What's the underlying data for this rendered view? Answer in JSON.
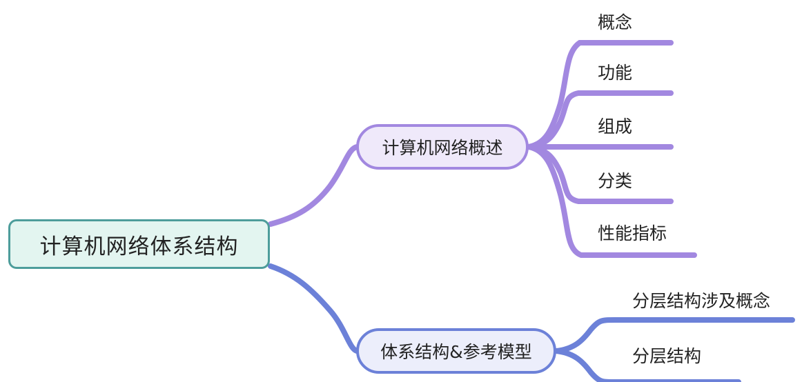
{
  "diagram": {
    "type": "mindmap",
    "title": "计算机网络体系结构",
    "colors": {
      "background": "#ffffff",
      "root_border": "#4d9d9b",
      "root_fill": "#e3f5f0",
      "purple_branch": "#a288e0",
      "purple_fill": "#efe9fa",
      "blue_branch": "#6c81d8",
      "blue_fill": "#eceefb",
      "text": "#222222"
    }
  },
  "root": {
    "label": "计算机网络体系结构"
  },
  "branches": [
    {
      "label": "计算机网络概述",
      "color": "#a288e0",
      "children": [
        {
          "label": "概念"
        },
        {
          "label": "功能"
        },
        {
          "label": "组成"
        },
        {
          "label": "分类"
        },
        {
          "label": "性能指标"
        }
      ]
    },
    {
      "label": "体系结构&参考模型",
      "color": "#6c81d8",
      "children": [
        {
          "label": "分层结构涉及概念"
        },
        {
          "label": "分层结构"
        }
      ]
    }
  ],
  "leaves": {
    "gainian": "概念",
    "gongneng": "功能",
    "zucheng": "组成",
    "fenlei": "分类",
    "xingnengzhibiao": "性能指标",
    "fencengjiegoushejigainian": "分层结构涉及概念",
    "fencengjiegou": "分层结构"
  }
}
